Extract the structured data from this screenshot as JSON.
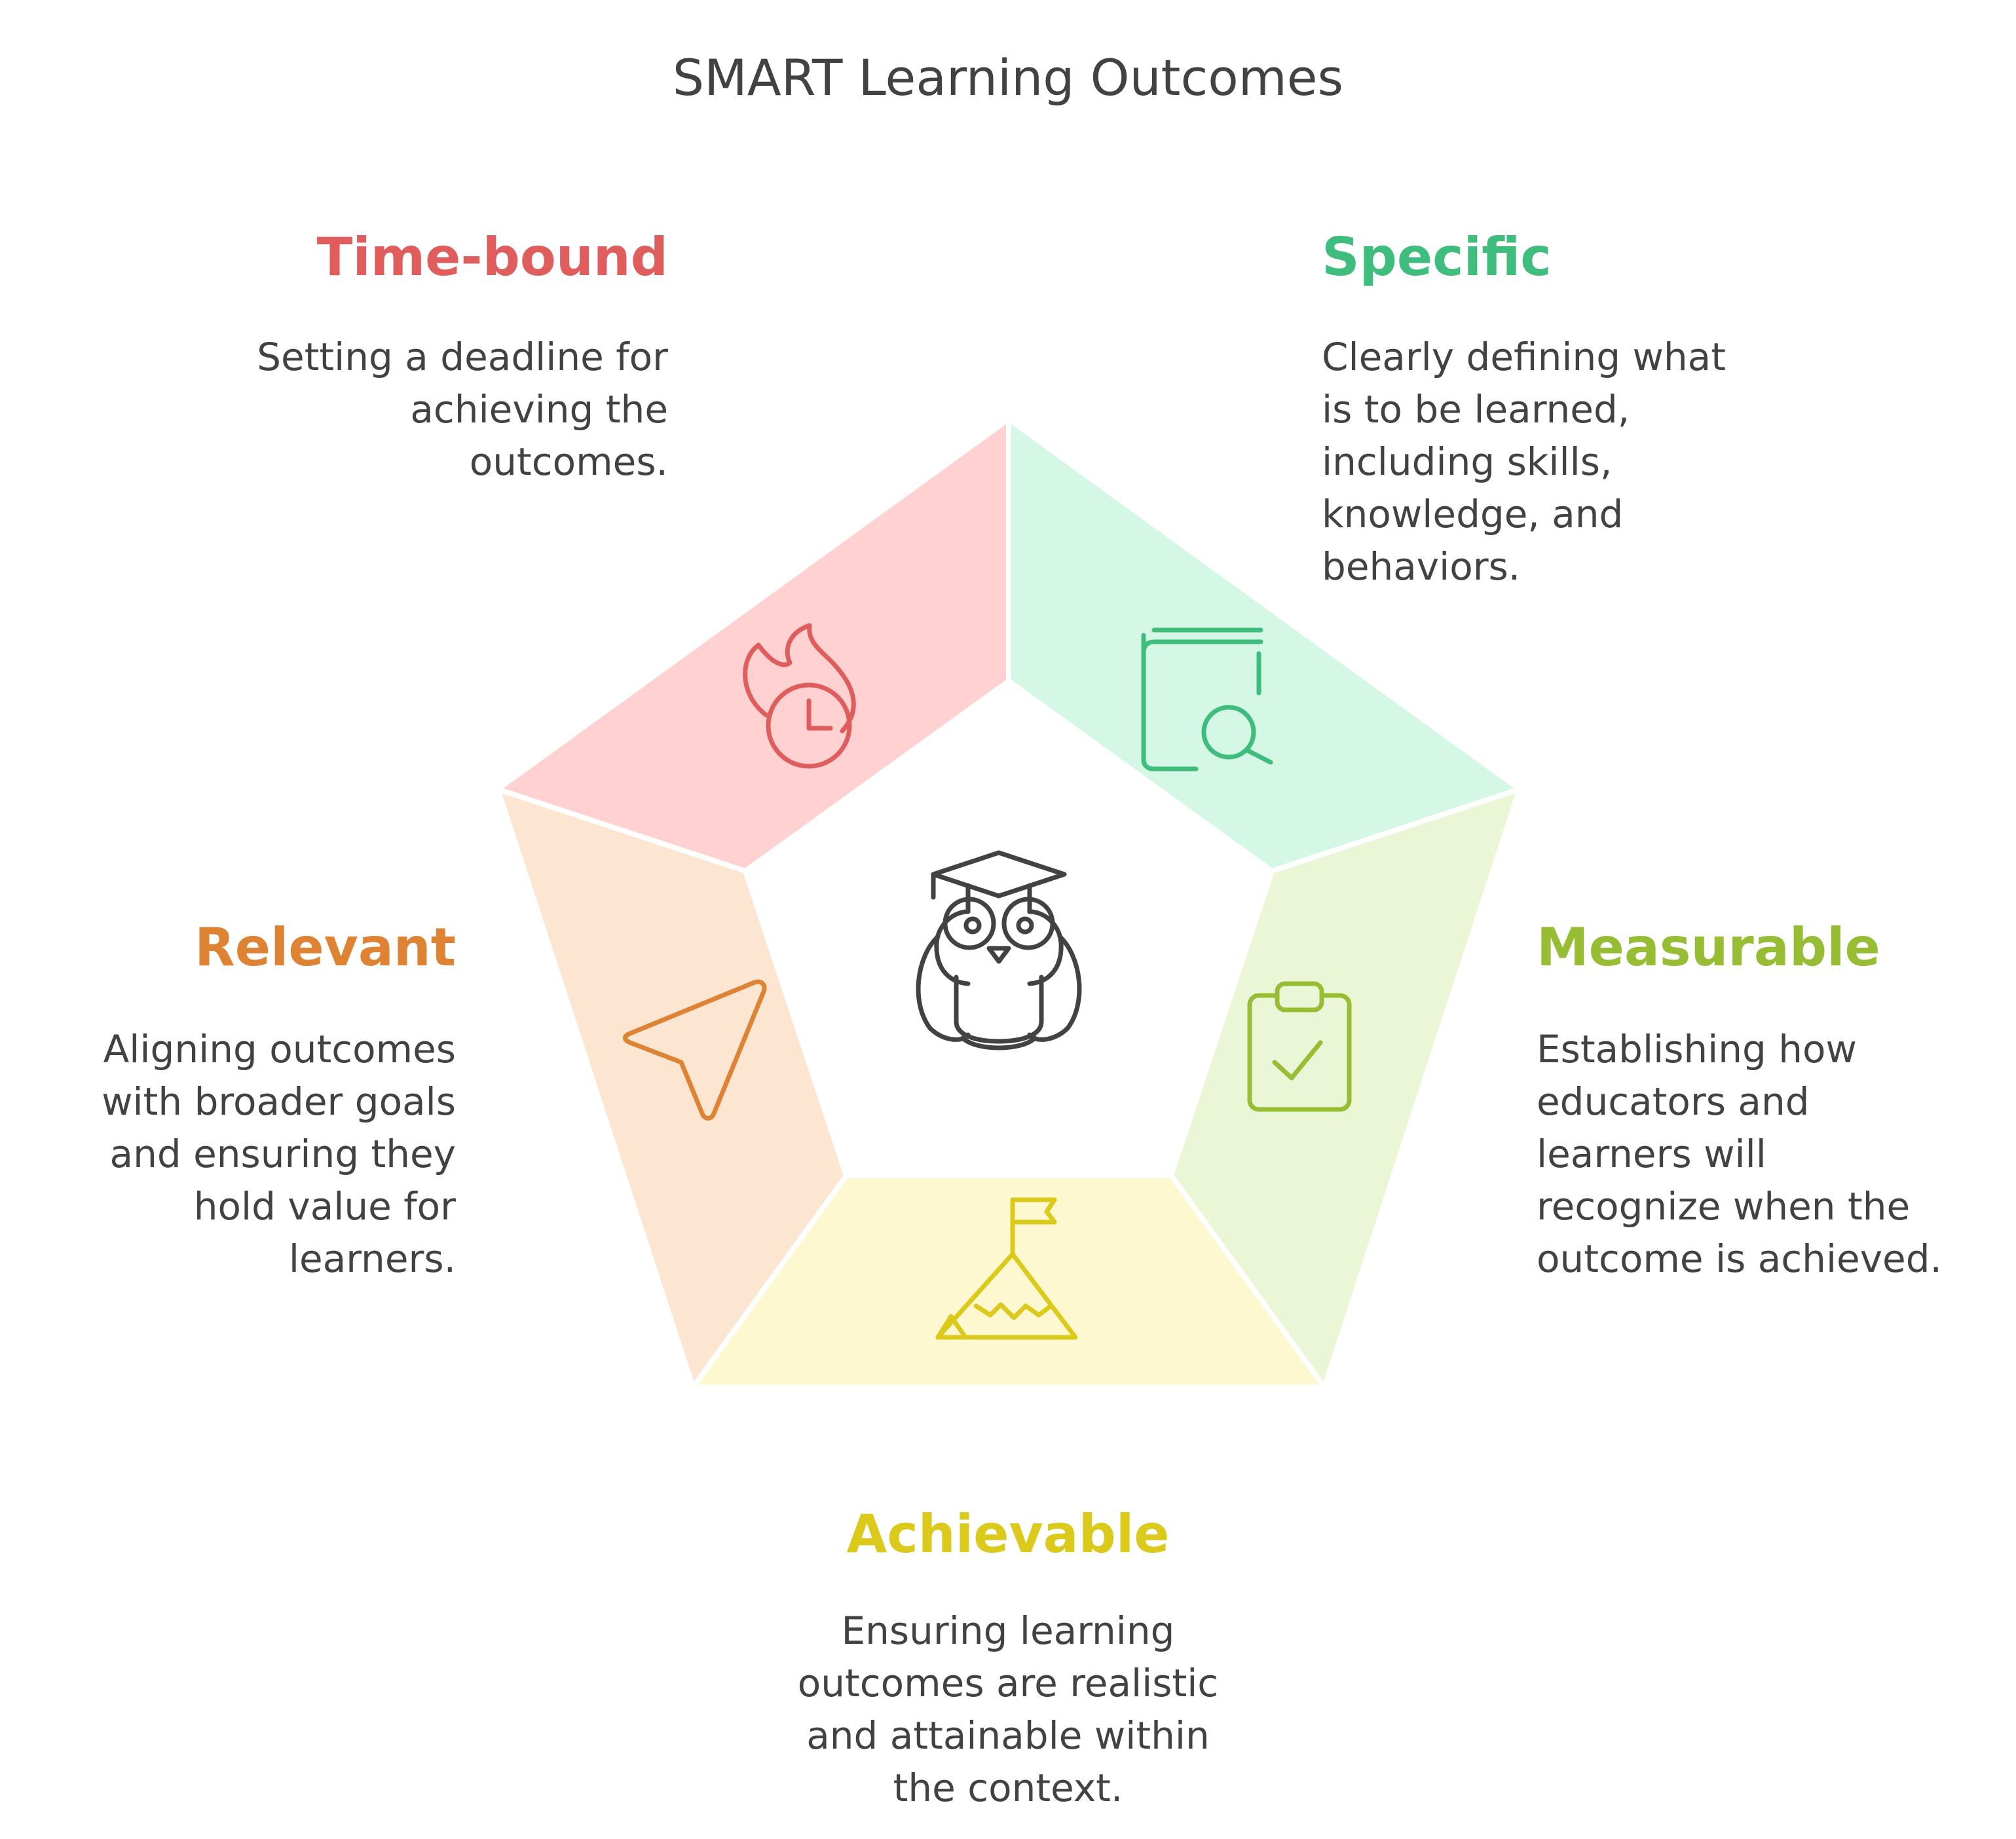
{
  "title": "SMART Learning Outcomes",
  "colors": {
    "text": "#424242",
    "specific": "#3EBD7C",
    "specific_fill": "#D5F7E6",
    "measurable": "#97BD35",
    "measurable_fill": "#EBF6D7",
    "achievable": "#DBCA1B",
    "achievable_fill": "#FDF8CF",
    "relevant": "#DE8234",
    "relevant_fill": "#FCE5D1",
    "timebound": "#DF5D5D",
    "timebound_fill": "#FFD1D1"
  },
  "segments": {
    "specific": {
      "heading": "Specific",
      "icon": "book-search-icon",
      "lines": [
        "Clearly defining what",
        "is to be learned,",
        "including skills,",
        "knowledge, and",
        "behaviors."
      ]
    },
    "measurable": {
      "heading": "Measurable",
      "icon": "clipboard-check-icon",
      "lines": [
        "Establishing how",
        "educators and",
        "learners will",
        "recognize when the",
        "outcome is achieved."
      ]
    },
    "achievable": {
      "heading": "Achievable",
      "icon": "mountain-flag-icon",
      "lines": [
        "Ensuring learning",
        "outcomes are realistic",
        "and attainable within",
        "the context."
      ]
    },
    "relevant": {
      "heading": "Relevant",
      "icon": "navigation-arrow-icon",
      "lines": [
        "Aligning outcomes",
        "with broader goals",
        "and ensuring they",
        "hold value for",
        "learners."
      ]
    },
    "timebound": {
      "heading": "Time-bound",
      "icon": "fire-clock-icon",
      "lines": [
        "Setting a deadline for",
        "achieving the",
        "outcomes."
      ]
    }
  },
  "center_icon": "owl-graduate-icon"
}
